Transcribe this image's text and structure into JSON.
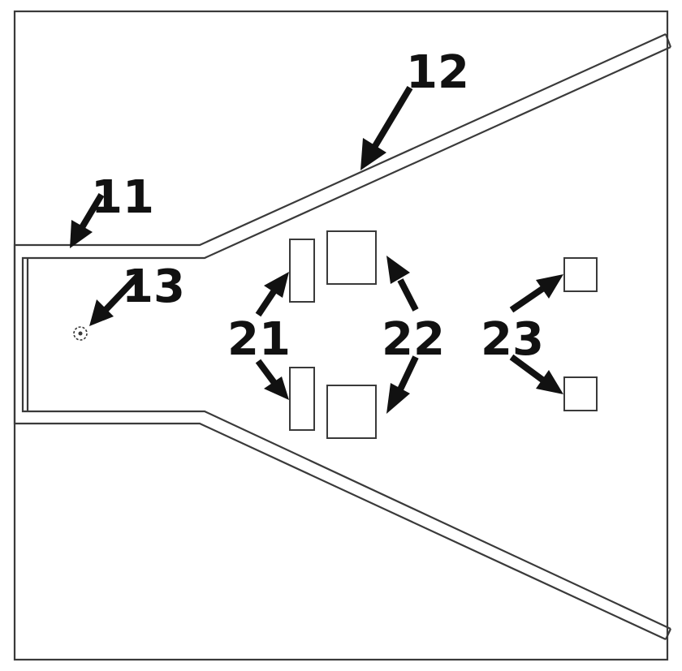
{
  "labels": {
    "l11": "11",
    "l12": "12",
    "l13": "13",
    "l21": "21",
    "l22": "22",
    "l23": "23"
  },
  "colors": {
    "line": "#3a3a3a",
    "arrow": "#111111",
    "background": "#ffffff"
  }
}
